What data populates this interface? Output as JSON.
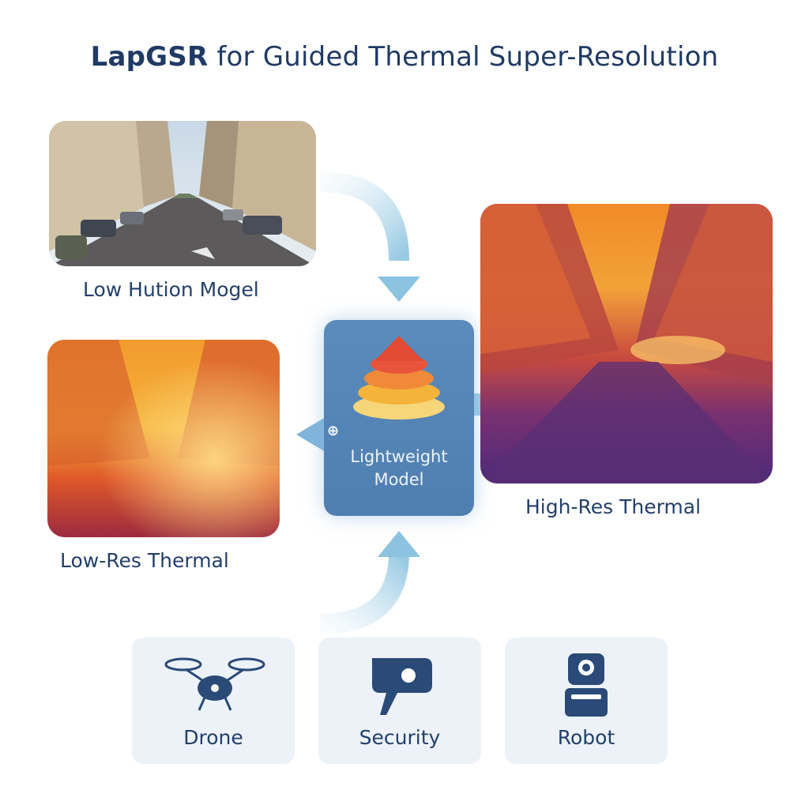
{
  "title": {
    "bold": "LapGSR",
    "rest": " for Guided Thermal Super-Resolution"
  },
  "inputs": {
    "rgb_caption": "Low Hution Mogel",
    "low_res_caption": "Low-Res Thermal"
  },
  "model": {
    "line1": "Lightweight",
    "line2": "Model",
    "icon": "layered-pyramid-icon"
  },
  "output": {
    "caption": "High-Res Thermal"
  },
  "applications": [
    {
      "label": "Drone",
      "icon": "drone-icon"
    },
    {
      "label": "Security",
      "icon": "security-camera-icon"
    },
    {
      "label": "Robot",
      "icon": "robot-icon"
    }
  ],
  "colors": {
    "title": "#1f3a64",
    "model_box": "#5080b2",
    "arrow": "#8cc3e0",
    "card_bg": "#edf2f8",
    "icon": "#2a4a78"
  }
}
